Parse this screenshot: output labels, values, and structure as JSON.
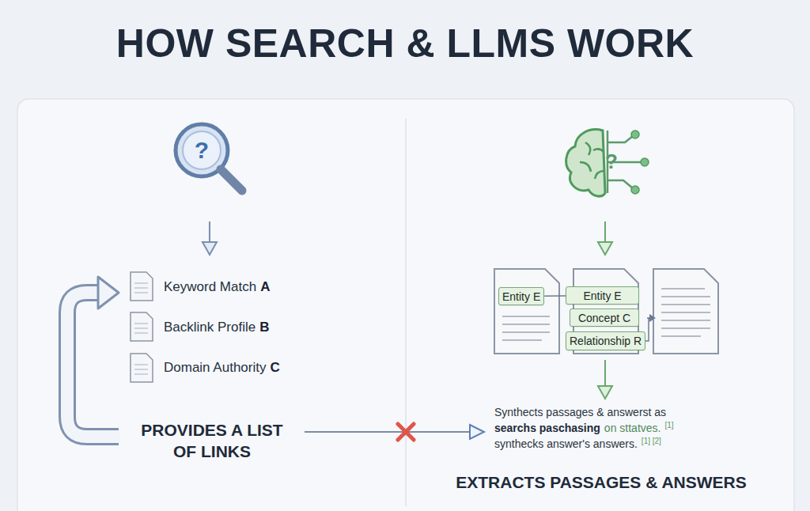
{
  "diagram": {
    "title": "HOW SEARCH & LLMS WORK",
    "nodes": [
      {
        "text": [
          "Entity E"
        ]
      },
      {
        "text": [
          "Entity E"
        ]
      },
      {
        "text": [
          "Concept C"
        ]
      },
      {
        "text": [
          "Relationship R"
        ]
      }
    ],
    "edges": [
      {
        "from": 0,
        "to": 1,
        "arrow": "none"
      }
    ],
    "labels": [
      "?",
      "Keyword Match",
      "A",
      "Backlink Profile",
      "B",
      "Domain Authority",
      "C",
      "PROVIDES A LIST OF LINKS",
      "?",
      "Synthects passages & answerst as",
      "searchs paschasing",
      "on sttatves.",
      "[1]",
      "synthecks answer's answers.",
      "[1] [2]",
      "EXTRACTS PASSAGES & ANSWERS"
    ]
  }
}
